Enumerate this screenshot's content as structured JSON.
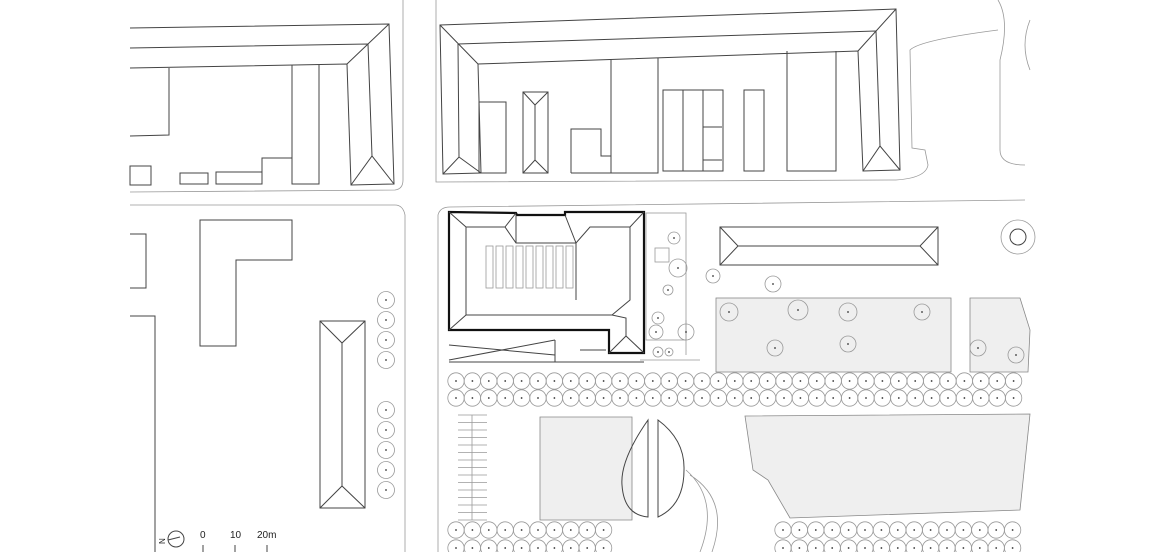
{
  "scale_bar": {
    "ticks": [
      "0",
      "10",
      "20m"
    ]
  },
  "north_arrow": {
    "label": "N"
  },
  "colors": {
    "line": "#444444",
    "highlight": "#111111",
    "grass": "#efefef",
    "tree": "#999999"
  }
}
